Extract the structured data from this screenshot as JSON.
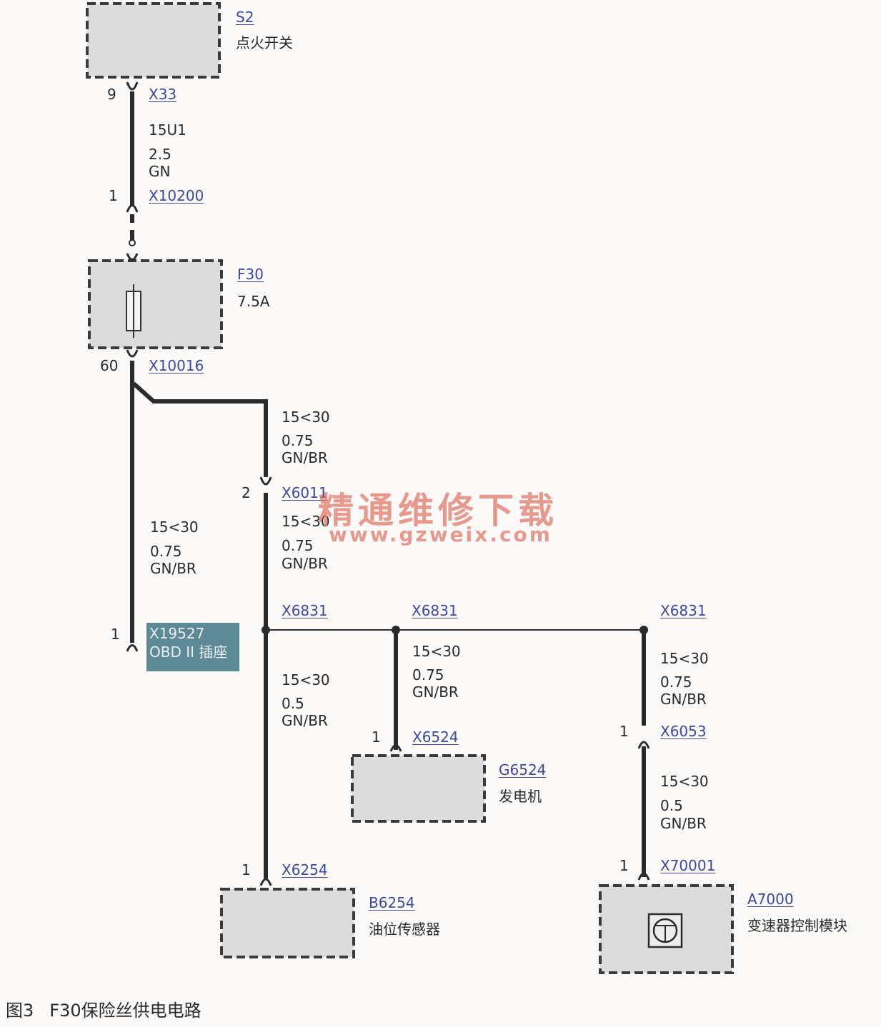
{
  "components": {
    "s2": {
      "id": "S2",
      "name": "点火开关"
    },
    "f30": {
      "id": "F30",
      "rating": "7.5A"
    },
    "g6524": {
      "id": "G6524",
      "name": "发电机"
    },
    "b6254": {
      "id": "B6254",
      "name": "油位传感器"
    },
    "a7000": {
      "id": "A7000",
      "name": "变速器控制模块"
    }
  },
  "connectors": {
    "x33": {
      "id": "X33",
      "pin": "9"
    },
    "x10200": {
      "id": "X10200",
      "pin": "1"
    },
    "x10016": {
      "id": "X10016",
      "pin": "60"
    },
    "x6011": {
      "id": "X6011",
      "pin": "2"
    },
    "x19527": {
      "id": "X19527",
      "pin": "1",
      "name": "OBD II 插座"
    },
    "x6831_a": {
      "id": "X6831"
    },
    "x6831_b": {
      "id": "X6831"
    },
    "x6831_c": {
      "id": "X6831"
    },
    "x6524": {
      "id": "X6524",
      "pin": "1"
    },
    "x6053": {
      "id": "X6053",
      "pin": "1"
    },
    "x6254": {
      "id": "X6254",
      "pin": "1"
    },
    "x70001": {
      "id": "X70001",
      "pin": "1"
    }
  },
  "wires": {
    "w1": {
      "circuit": "15U1",
      "size": "2.5",
      "color": "GN"
    },
    "w2": {
      "circuit": "15<30",
      "size": "0.75",
      "color": "GN/BR"
    },
    "w3": {
      "circuit": "15<30",
      "size": "0.75",
      "color": "GN/BR"
    },
    "w4": {
      "circuit": "15<30",
      "size": "0.75",
      "color": "GN/BR"
    },
    "w5": {
      "circuit": "15<30",
      "size": "0.5",
      "color": "GN/BR"
    },
    "w6": {
      "circuit": "15<30",
      "size": "0.75",
      "color": "GN/BR"
    },
    "w7": {
      "circuit": "15<30",
      "size": "0.75",
      "color": "GN/BR"
    },
    "w8": {
      "circuit": "15<30",
      "size": "0.5",
      "color": "GN/BR"
    }
  },
  "watermark": {
    "line1": "精通维修下载",
    "line2": "www.gzweix.com"
  },
  "caption": {
    "figure": "图3",
    "title": "F30保险丝供电电路"
  }
}
